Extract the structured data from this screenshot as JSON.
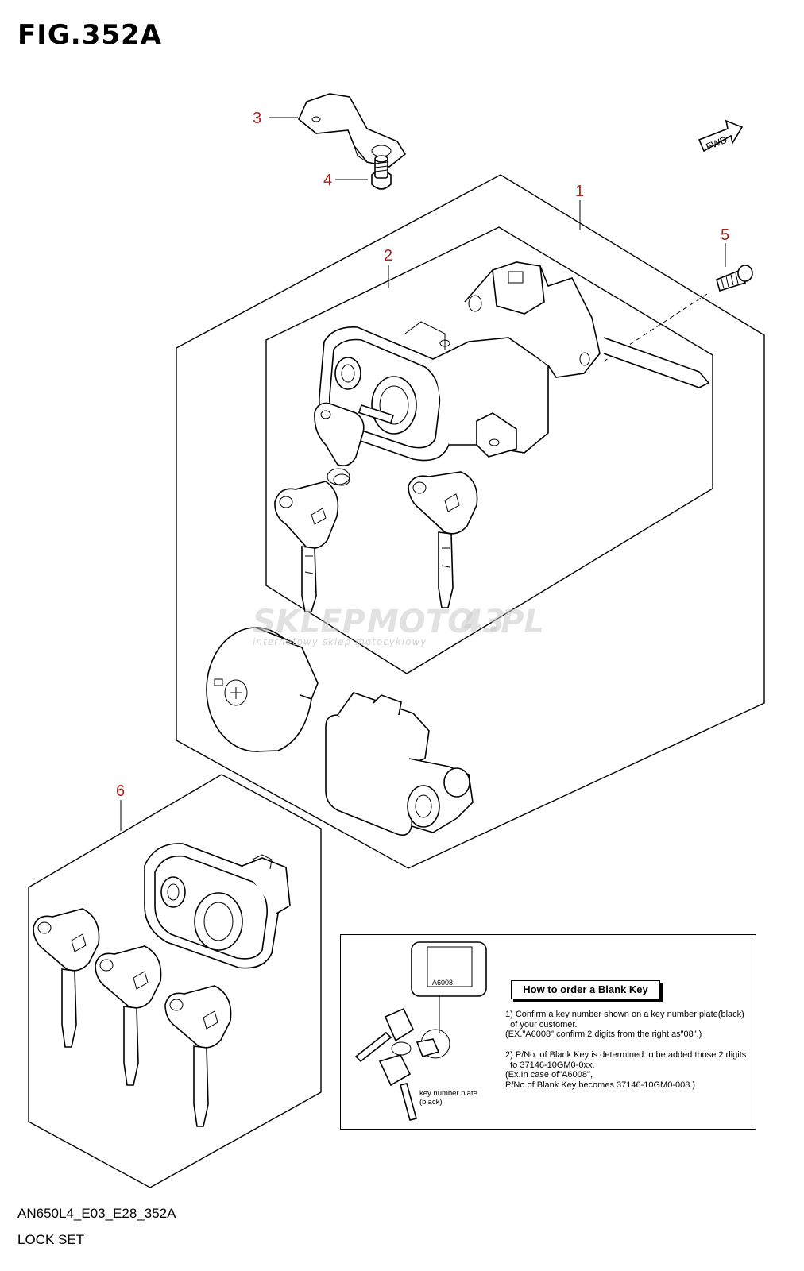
{
  "figure": {
    "title": "FIG.352A",
    "model_code": "AN650L4_E03_E28_352A",
    "name": "LOCK SET",
    "direction_label": "FWD"
  },
  "callouts": [
    {
      "id": "1",
      "label": "1"
    },
    {
      "id": "2",
      "label": "2"
    },
    {
      "id": "3",
      "label": "3"
    },
    {
      "id": "4",
      "label": "4"
    },
    {
      "id": "5",
      "label": "5"
    },
    {
      "id": "6",
      "label": "6"
    }
  ],
  "watermark": {
    "brand_part1": "SKLEP",
    "brand_part2": "MOTO",
    "brand_part3": "43",
    "brand_part4": ".PL",
    "tagline": "internetowy sklep motocyklowy"
  },
  "info_box": {
    "title": "How to order a Blank Key",
    "plate_code": "A6008",
    "plate_caption": "key number plate\n(black)",
    "step1": "1) Confirm a key number shown on a key number plate(black)\n  of your customer.\n(EX.\"A6008\",confirm 2 digits from the right as\"08\".)",
    "step2": "2) P/No. of Blank Key is determined to be added those 2 digits\n  to 37146-10GM0-0xx.\n(Ex.In case of\"A6008\",\nP/No.of Blank Key becomes 37146-10GM0-008.)"
  },
  "colors": {
    "callout": "#a8201a",
    "line": "#000000",
    "watermark": "#c9c9c9"
  }
}
